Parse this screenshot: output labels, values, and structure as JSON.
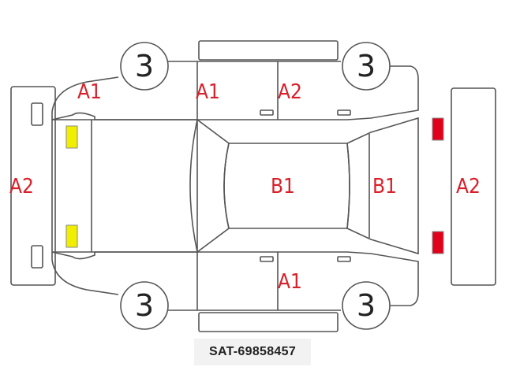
{
  "labels": {
    "front_bumper": "A2",
    "front_left_quarter": "A1",
    "left_front_door": "A1",
    "left_rear_door": "A2",
    "roof": "B1",
    "rear_glass": "B1",
    "rear_bumper": "A2",
    "right_rear_door": "A1"
  },
  "wheels": {
    "top_left": "3",
    "top_right": "3",
    "bottom_left": "3",
    "bottom_right": "3"
  },
  "markers": {
    "front_lights_color": "#f2ee00",
    "rear_lights_color": "#e0001b"
  },
  "reference_id": "SAT-69858457"
}
